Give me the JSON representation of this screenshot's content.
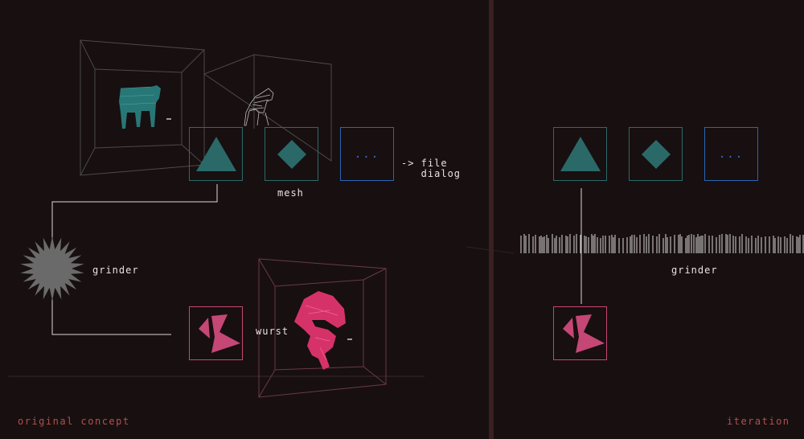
{
  "left_panel": {
    "corner_label": "original concept",
    "mesh_label": "mesh",
    "file_dialog_label": "-> file\n   dialog",
    "grinder_label": "grinder",
    "wurst_label": "wurst",
    "more_tile_text": "...",
    "tiles": [
      {
        "name": "triangle-mesh-tile",
        "icon": "triangle-icon"
      },
      {
        "name": "diamond-mesh-tile",
        "icon": "diamond-icon"
      },
      {
        "name": "more-options-tile",
        "icon": "ellipsis-icon"
      },
      {
        "name": "wurst-output-tile",
        "icon": "wurst-shard-icon"
      }
    ],
    "models": [
      "cow-wireframe-model",
      "dog-wireframe-model",
      "wurst-blob-model"
    ]
  },
  "right_panel": {
    "corner_label": "iteration",
    "grinder_label": "grinder",
    "more_tile_text": "...",
    "tiles": [
      {
        "name": "triangle-mesh-tile",
        "icon": "triangle-icon"
      },
      {
        "name": "diamond-mesh-tile",
        "icon": "diamond-icon"
      },
      {
        "name": "more-options-tile",
        "icon": "ellipsis-icon"
      },
      {
        "name": "wurst-output-tile",
        "icon": "wurst-shard-icon"
      }
    ]
  },
  "colors": {
    "background": "#180f10",
    "teal": "#2a6968",
    "blue": "#2a64b4",
    "pink": "#c54775",
    "label_red": "#b0524e",
    "divider": "#3a2021"
  }
}
